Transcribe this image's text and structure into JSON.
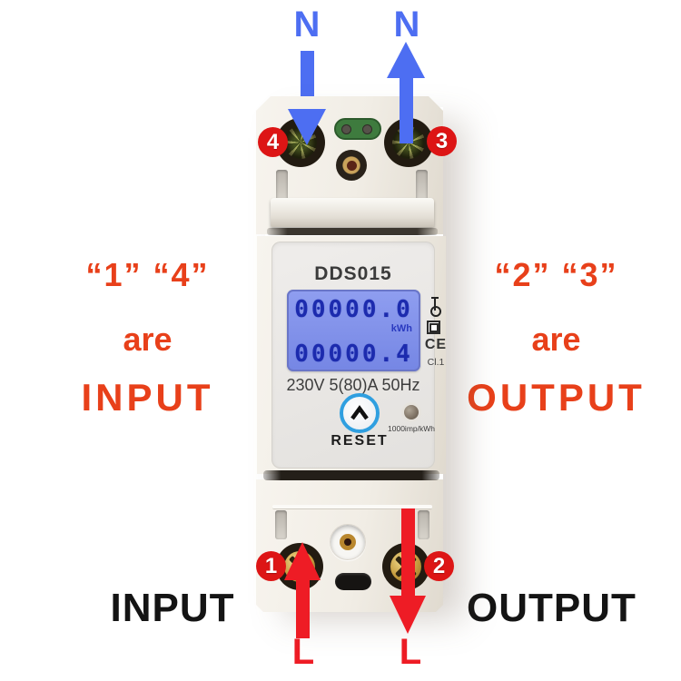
{
  "annotations": {
    "neutral_top_left": "N",
    "neutral_top_right": "N",
    "line_bottom_left": "L",
    "line_bottom_right": "L",
    "input_black": "INPUT",
    "output_black": "OUTPUT",
    "left_note": {
      "terminals": "“1” “4”",
      "verb": "are",
      "role": "INPUT"
    },
    "right_note": {
      "terminals": "“2” “3”",
      "verb": "are",
      "role": "OUTPUT"
    },
    "terminal_badges": {
      "t1": "1",
      "t2": "2",
      "t3": "3",
      "t4": "4"
    }
  },
  "meter": {
    "model": "DDS015",
    "lcd": {
      "row1": "00000.0",
      "unit": "kWh",
      "row2": "00000.4"
    },
    "specs": "230V 5(80)A 50Hz",
    "reset_label": "RESET",
    "pulse_constant": "1000imp/kWh",
    "ce_mark": "CE",
    "accuracy_class": "Cl.1"
  },
  "icons": {
    "reset_chevron": "chevron-up",
    "seal_key": "plumb-seal",
    "double_insulation": "nested-squares",
    "led": "pulse-led-dot"
  },
  "colors": {
    "annotation_red": "#e8401a",
    "arrow_red": "#ee1c25",
    "badge_red": "#dd1515",
    "arrow_blue": "#4d6ef2",
    "lcd_background": "#8192ea",
    "lcd_digits": "#1c2bae",
    "body_ivory": "#f2efe8"
  }
}
